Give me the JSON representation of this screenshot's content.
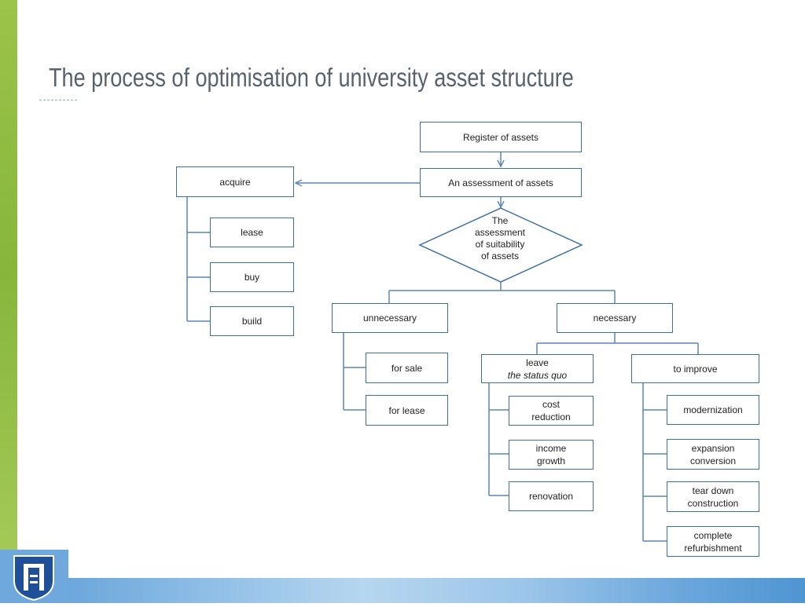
{
  "slide": {
    "title": "The process of optimisation of university asset structure"
  },
  "diagram": {
    "register": "Register of assets",
    "assessment": "An assessment of assets",
    "suitability": [
      "The",
      "assessment",
      "of suitability",
      "of assets"
    ],
    "acquire": "acquire",
    "acquire_options": [
      "lease",
      "buy",
      "build"
    ],
    "unnecessary": "unnecessary",
    "unnecessary_options": [
      "for sale",
      "for lease"
    ],
    "necessary": "necessary",
    "leave": [
      "leave",
      "the status quo"
    ],
    "leave_options": [
      [
        "cost",
        "reduction"
      ],
      [
        "income",
        "growth"
      ],
      [
        "renovation"
      ]
    ],
    "improve": "to improve",
    "improve_options": [
      [
        "modernization"
      ],
      [
        "expansion",
        "conversion"
      ],
      [
        "tear down",
        "construction"
      ],
      [
        "complete",
        "refurbishment"
      ]
    ]
  },
  "colors": {
    "box_border": "#3b6fa5",
    "line": "#5a86b8",
    "title": "#56626e",
    "accent_green": "#9cc34a",
    "accent_blue": "#5b9bd5"
  }
}
